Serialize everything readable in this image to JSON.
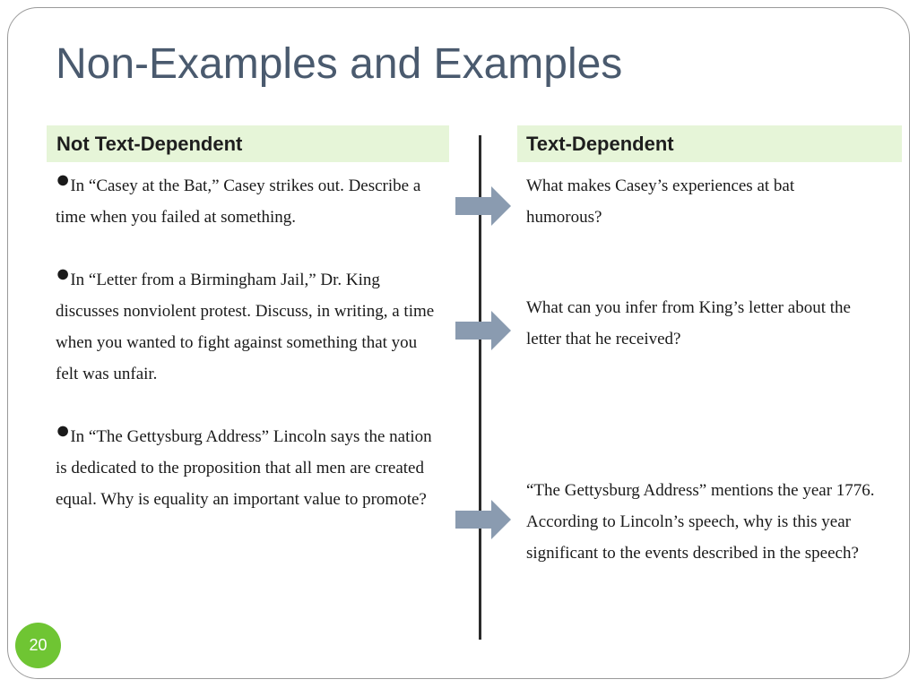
{
  "slide": {
    "title": "Non-Examples and Examples",
    "page_number": "20"
  },
  "columns": {
    "left_header": "Not Text-Dependent",
    "right_header": "Text-Dependent"
  },
  "bullet_glyph": "●",
  "non_examples": [
    "In “Casey at the Bat,” Casey strikes out. Describe a time when you failed at something.",
    "In “Letter from a Birmingham Jail,” Dr. King discusses nonviolent protest. Discuss, in writing, a time when you wanted to fight against something that you felt was unfair.",
    "In “The Gettysburg Address” Lincoln says the nation is dedicated to the proposition that all men are created equal. Why is equality an important value to promote?"
  ],
  "examples": [
    "What makes Casey’s experiences at bat humorous?",
    "What can you infer from King’s letter about the letter that he received?",
    "“The Gettysburg Address” mentions the year 1776. According to Lincoln’s speech, why is this year significant to the events described in the speech?"
  ],
  "colors": {
    "title": "#4a5a6e",
    "header_bg": "#e6f5d8",
    "arrow": "#8a9bb0",
    "badge": "#6fc533"
  },
  "icons": {
    "arrow": "right-arrow-icon"
  }
}
